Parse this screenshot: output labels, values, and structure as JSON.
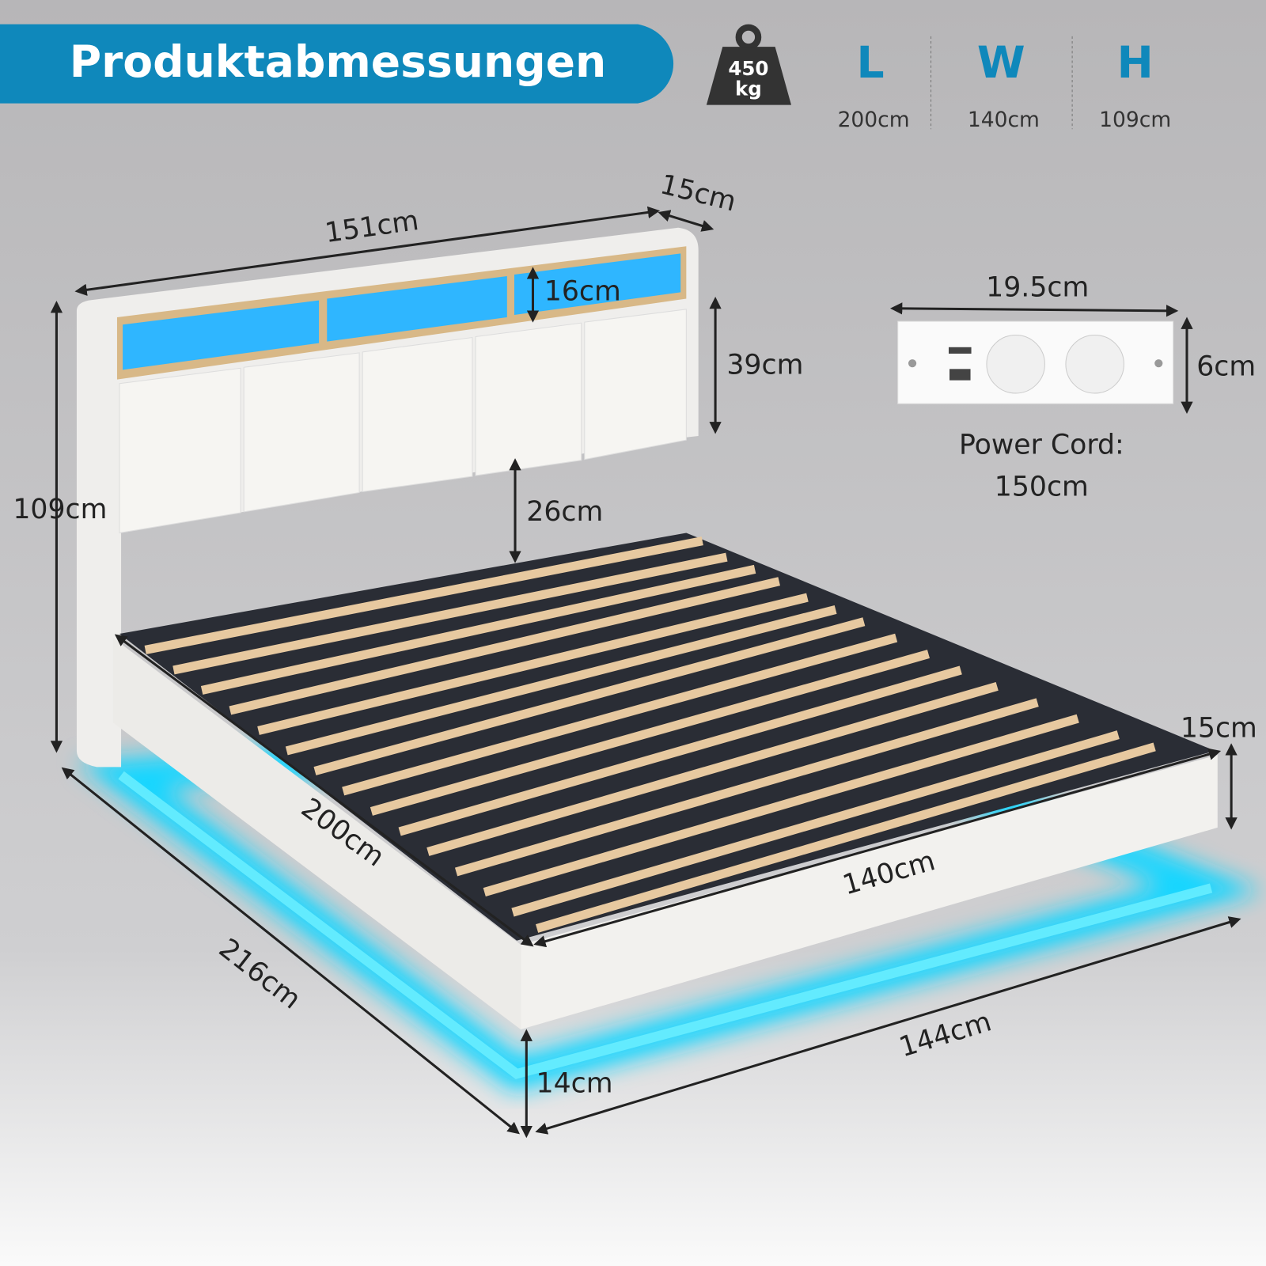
{
  "header": {
    "title": "Produktabmessungen",
    "weight": {
      "value": "450",
      "unit": "kg"
    },
    "specs": [
      {
        "letter": "L",
        "value": "200cm"
      },
      {
        "letter": "W",
        "value": "140cm"
      },
      {
        "letter": "H",
        "value": "109cm"
      }
    ]
  },
  "dimensions": {
    "headboard_width": "151cm",
    "headboard_depth": "15cm",
    "shelf_height": "16cm",
    "cushion_height": "39cm",
    "total_height": "109cm",
    "gap_height": "26cm",
    "frame_length": "200cm",
    "frame_width": "140cm",
    "frame_height": "15cm",
    "overall_length": "216cm",
    "overall_width": "144cm",
    "ground_clearance": "14cm"
  },
  "outlet": {
    "width": "19.5cm",
    "height": "6cm",
    "cord_label": "Power Cord:",
    "cord_length": "150cm"
  },
  "colors": {
    "accent": "#0f88bb",
    "glow": "#19d6ff",
    "background": "#b9b8ba"
  }
}
